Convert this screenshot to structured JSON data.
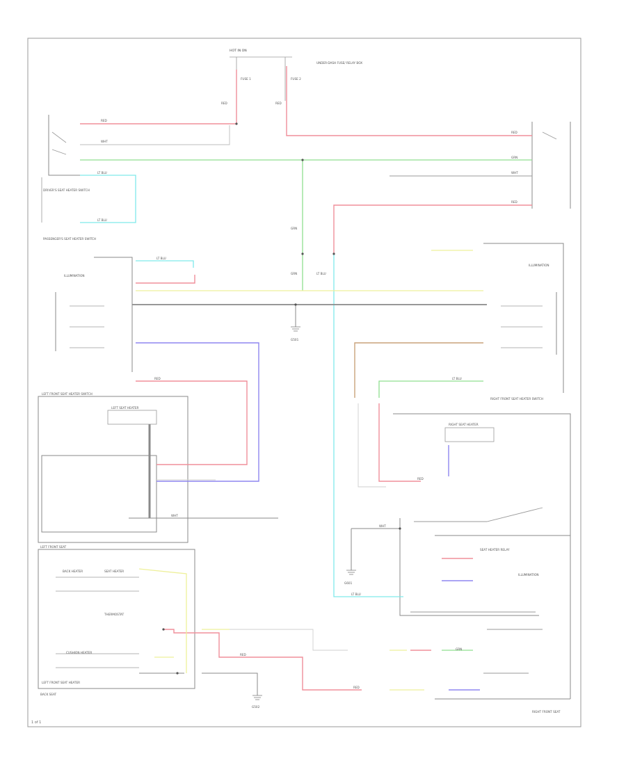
{
  "diagram": {
    "colors": {
      "red": "#f08f9a",
      "green": "#8fdf8f",
      "cyan": "#7fe9ea",
      "blue": "#8e86f0",
      "yellow": "#eef09a",
      "brown": "#c9a27a",
      "gray": "#8a8a8a",
      "light_gray": "#cfcfcf"
    },
    "labels": [
      "HOT IN ON",
      "UNDER-DASH FUSE/ RELAY BOX",
      "FUSE 1",
      "FUSE 2",
      "RED",
      "WHT",
      "GRN",
      "LT BLU",
      "DRIVER'S SEAT HEATER SWITCH",
      "PASSENGER'S SEAT HEATER SWITCH",
      "ILLUMINATION",
      "LEFT FRONT SEAT HEATER SWITCH",
      "RIGHT FRONT SEAT HEATER SWITCH",
      "LEFT FRONT SEAT",
      "RIGHT FRONT SEAT",
      "LEFT SEAT HEATER",
      "RIGHT SEAT HEATER",
      "SEAT HEATER RELAY",
      "G501",
      "G601",
      "G502",
      "BACK HEATER",
      "SEAT HEATER",
      "THERMOSTAT",
      "CUSHION HEATER",
      "LEFT FRONT SEAT HEATER",
      "BACK SEAT"
    ],
    "footer": "1 of 1"
  }
}
